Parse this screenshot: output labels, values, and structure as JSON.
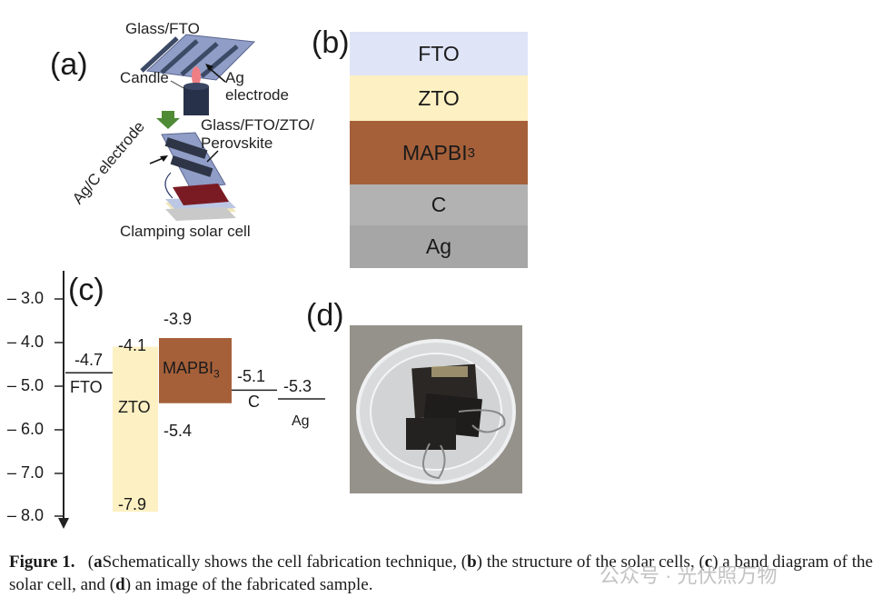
{
  "panel_a": {
    "label": "(a)",
    "glass_fto": "Glass/FTO",
    "candle": "Candle",
    "ag_electrode_line1": "Ag",
    "ag_electrode_line2": "electrode",
    "glass_fto_zto_line1": "Glass/FTO/ZTO/",
    "glass_fto_zto_line2": "Perovskite",
    "agc_electrode": "Ag/C electrode",
    "clamping": "Clamping solar cell"
  },
  "panel_b": {
    "label": "(b)",
    "layers": [
      {
        "name": "FTO",
        "sub": "",
        "color": "#dfe4f7"
      },
      {
        "name": "ZTO",
        "sub": "",
        "color": "#fdf0c2"
      },
      {
        "name": "MAPBI",
        "sub": "3",
        "color": "#a5603a"
      },
      {
        "name": "C",
        "sub": "",
        "color": "#b2b2b2"
      },
      {
        "name": "Ag",
        "sub": "",
        "color": "#a6a6a6"
      }
    ]
  },
  "panel_c": {
    "label": "(c)",
    "y_ticks": [
      "– 3.0",
      "– 4.0",
      "– 5.0",
      "– 6.0",
      "– 7.0",
      "– 8.0"
    ],
    "chart_data": {
      "type": "bar",
      "ylim": [
        -8.0,
        -3.0
      ],
      "levels": [
        {
          "material": "FTO",
          "value_label": "-4.7",
          "value": -4.7
        },
        {
          "material": "ZTO",
          "top_label": "-4.1",
          "top": -4.1,
          "bottom_label": "-7.9",
          "bottom": -7.9,
          "color": "#fdf0c2"
        },
        {
          "material": "MAPBI",
          "material_sub": "3",
          "top_label": "-3.9",
          "top": -3.9,
          "bottom_label": "-5.4",
          "bottom": -5.4,
          "color": "#a5603a"
        },
        {
          "material": "C",
          "value_label": "-5.1",
          "value": -5.1
        },
        {
          "material": "Ag",
          "value_label": "-5.3",
          "value": -5.3
        }
      ]
    }
  },
  "panel_d": {
    "label": "(d)"
  },
  "caption": {
    "fig": "Figure 1.",
    "a": "a",
    "a_text": "Schematically shows the cell fabrication technique, (",
    "b": "b",
    "b_text": ") the structure of the solar cells, (",
    "c": "c",
    "c_text": ") a band diagram of the solar cell, and (",
    "d": "d",
    "d_text": ") an image of the fabricated sample."
  },
  "watermark": "公众号 · 光伏照万物"
}
